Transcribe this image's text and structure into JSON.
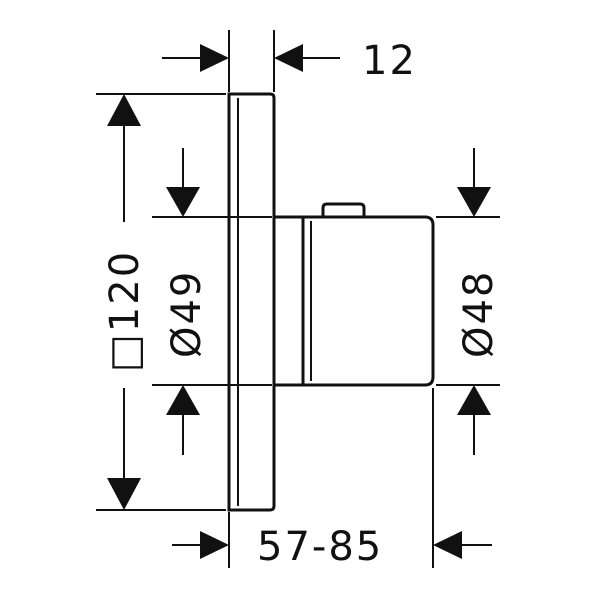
{
  "dimensions": {
    "plate_thickness": "12",
    "plate_square": "□120",
    "sleeve_diameter": "Ø49",
    "handle_diameter": "Ø48",
    "projection_range": "57-85"
  },
  "colors": {
    "line": "#111111",
    "background": "#ffffff"
  }
}
